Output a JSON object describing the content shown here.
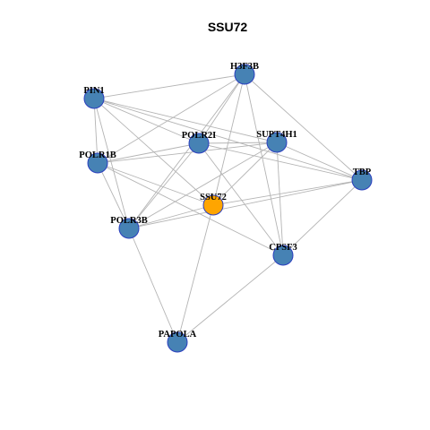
{
  "title": "SSU72",
  "colors": {
    "node_fill": "#4682b4",
    "center_fill": "#ffa500",
    "node_stroke": "#2b3fbf",
    "edge": "#b4b4b4"
  },
  "nodes": [
    {
      "id": "H3F3B",
      "label": "H3F3B",
      "center": false
    },
    {
      "id": "PIN1",
      "label": "PIN1",
      "center": false
    },
    {
      "id": "POLR2I",
      "label": "POLR2I",
      "center": false
    },
    {
      "id": "SUPT4H1",
      "label": "SUPT4H1",
      "center": false
    },
    {
      "id": "POLR1B",
      "label": "POLR1B",
      "center": false
    },
    {
      "id": "TBP",
      "label": "TBP",
      "center": false
    },
    {
      "id": "SSU72",
      "label": "SSU72",
      "center": true
    },
    {
      "id": "POLR3B",
      "label": "POLR3B",
      "center": false
    },
    {
      "id": "CPSF3",
      "label": "CPSF3",
      "center": false
    },
    {
      "id": "PAPOLA",
      "label": "PAPOLA",
      "center": false
    }
  ],
  "edges": [
    [
      "PIN1",
      "H3F3B"
    ],
    [
      "PIN1",
      "POLR2I"
    ],
    [
      "PIN1",
      "SUPT4H1"
    ],
    [
      "PIN1",
      "TBP"
    ],
    [
      "PIN1",
      "SSU72"
    ],
    [
      "PIN1",
      "POLR3B"
    ],
    [
      "PIN1",
      "POLR1B"
    ],
    [
      "H3F3B",
      "POLR1B"
    ],
    [
      "H3F3B",
      "POLR2I"
    ],
    [
      "H3F3B",
      "SSU72"
    ],
    [
      "H3F3B",
      "TBP"
    ],
    [
      "H3F3B",
      "POLR3B"
    ],
    [
      "H3F3B",
      "CPSF3"
    ],
    [
      "POLR2I",
      "SUPT4H1"
    ],
    [
      "POLR2I",
      "TBP"
    ],
    [
      "POLR2I",
      "POLR3B"
    ],
    [
      "POLR2I",
      "CPSF3"
    ],
    [
      "POLR2I",
      "POLR1B"
    ],
    [
      "SUPT4H1",
      "POLR1B"
    ],
    [
      "SUPT4H1",
      "TBP"
    ],
    [
      "SUPT4H1",
      "SSU72"
    ],
    [
      "SUPT4H1",
      "CPSF3"
    ],
    [
      "SUPT4H1",
      "POLR3B"
    ],
    [
      "POLR1B",
      "SSU72"
    ],
    [
      "POLR1B",
      "CPSF3"
    ],
    [
      "POLR1B",
      "POLR3B"
    ],
    [
      "TBP",
      "SSU72"
    ],
    [
      "TBP",
      "POLR3B"
    ],
    [
      "TBP",
      "CPSF3"
    ],
    [
      "SSU72",
      "POLR3B"
    ],
    [
      "SSU72",
      "PAPOLA"
    ],
    [
      "POLR3B",
      "PAPOLA"
    ],
    [
      "CPSF3",
      "PAPOLA"
    ]
  ]
}
